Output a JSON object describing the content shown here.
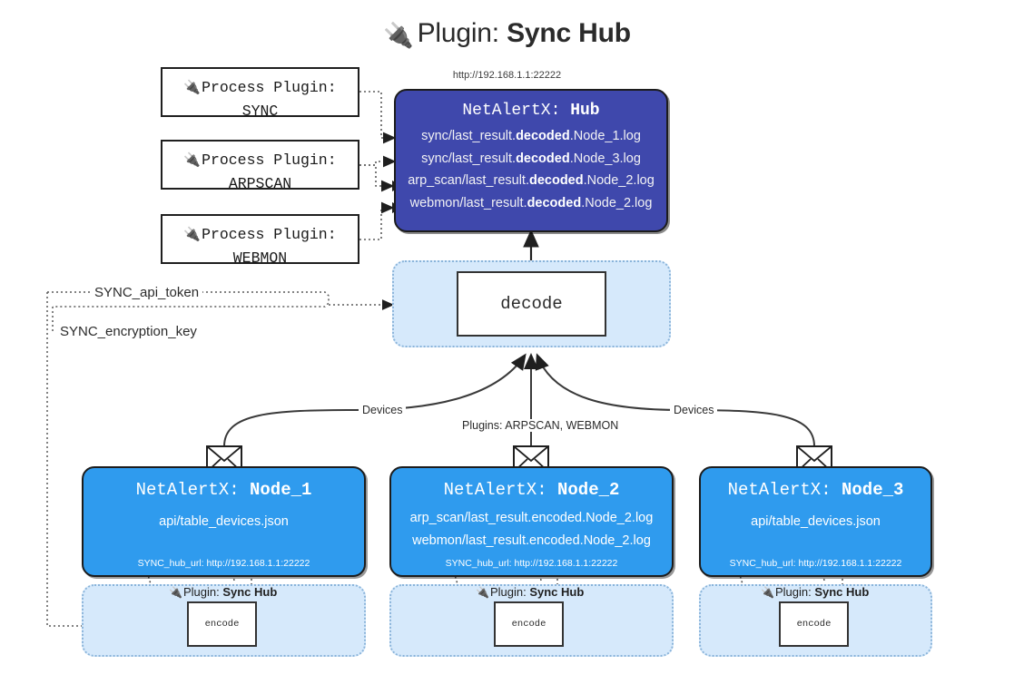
{
  "header": {
    "plug_icon": "plug-icon",
    "prefix": "Plugin: ",
    "title": "Sync Hub",
    "hub_url": "http://192.168.1.1:22222"
  },
  "colors": {
    "hub_fill": "#3f48ac",
    "node_fill": "#2f9bee",
    "panel_fill": "#d6e9fb",
    "panel_border": "#8ab4da",
    "stroke": "#1c1c1c"
  },
  "process_plugins": [
    {
      "line1": "Process Plugin:",
      "line2": "SYNC"
    },
    {
      "line1": "Process Plugin:",
      "line2": "ARPSCAN"
    },
    {
      "line1": "Process Plugin:",
      "line2": "WEBMON"
    }
  ],
  "hub": {
    "title_prefix": "NetAlertX: ",
    "title_name": "Hub",
    "logs": [
      {
        "pre": "sync/last_result.",
        "em": "decoded",
        "post": ".Node_1.log"
      },
      {
        "pre": "sync/last_result.",
        "em": "decoded",
        "post": ".Node_3.log"
      },
      {
        "pre": "arp_scan/last_result.",
        "em": "decoded",
        "post": ".Node_2.log"
      },
      {
        "pre": "webmon/last_result.",
        "em": "decoded",
        "post": ".Node_2.log"
      }
    ]
  },
  "decode": {
    "label": "decode"
  },
  "settings": {
    "api_token": "SYNC_api_token",
    "encryption_key": "SYNC_encryption_key"
  },
  "edge_labels": {
    "devices_left": "Devices",
    "plugins_center": "Plugins: ARPSCAN, WEBMON",
    "devices_right": "Devices"
  },
  "nodes": [
    {
      "title_prefix": "NetAlertX: ",
      "title_name": "Node_1",
      "lines": [
        "api/table_devices.json"
      ],
      "hub_url_line": "SYNC_hub_url: http://192.168.1.1:22222",
      "envelope_icon": "envelope-icon"
    },
    {
      "title_prefix": "NetAlertX: ",
      "title_name": "Node_2",
      "lines": [
        "arp_scan/last_result.encoded.Node_2.log",
        "webmon/last_result.encoded.Node_2.log"
      ],
      "hub_url_line": "SYNC_hub_url: http://192.168.1.1:22222",
      "envelope_icon": "envelope-icon"
    },
    {
      "title_prefix": "NetAlertX: ",
      "title_name": "Node_3",
      "lines": [
        "api/table_devices.json"
      ],
      "hub_url_line": "SYNC_hub_url: http://192.168.1.1:22222",
      "envelope_icon": "envelope-icon"
    }
  ],
  "encode_panels": [
    {
      "plugin_prefix": "Plugin: ",
      "plugin_name": "Sync Hub",
      "label": "encode"
    },
    {
      "plugin_prefix": "Plugin: ",
      "plugin_name": "Sync Hub",
      "label": "encode"
    },
    {
      "plugin_prefix": "Plugin: ",
      "plugin_name": "Sync Hub",
      "label": "encode"
    }
  ]
}
